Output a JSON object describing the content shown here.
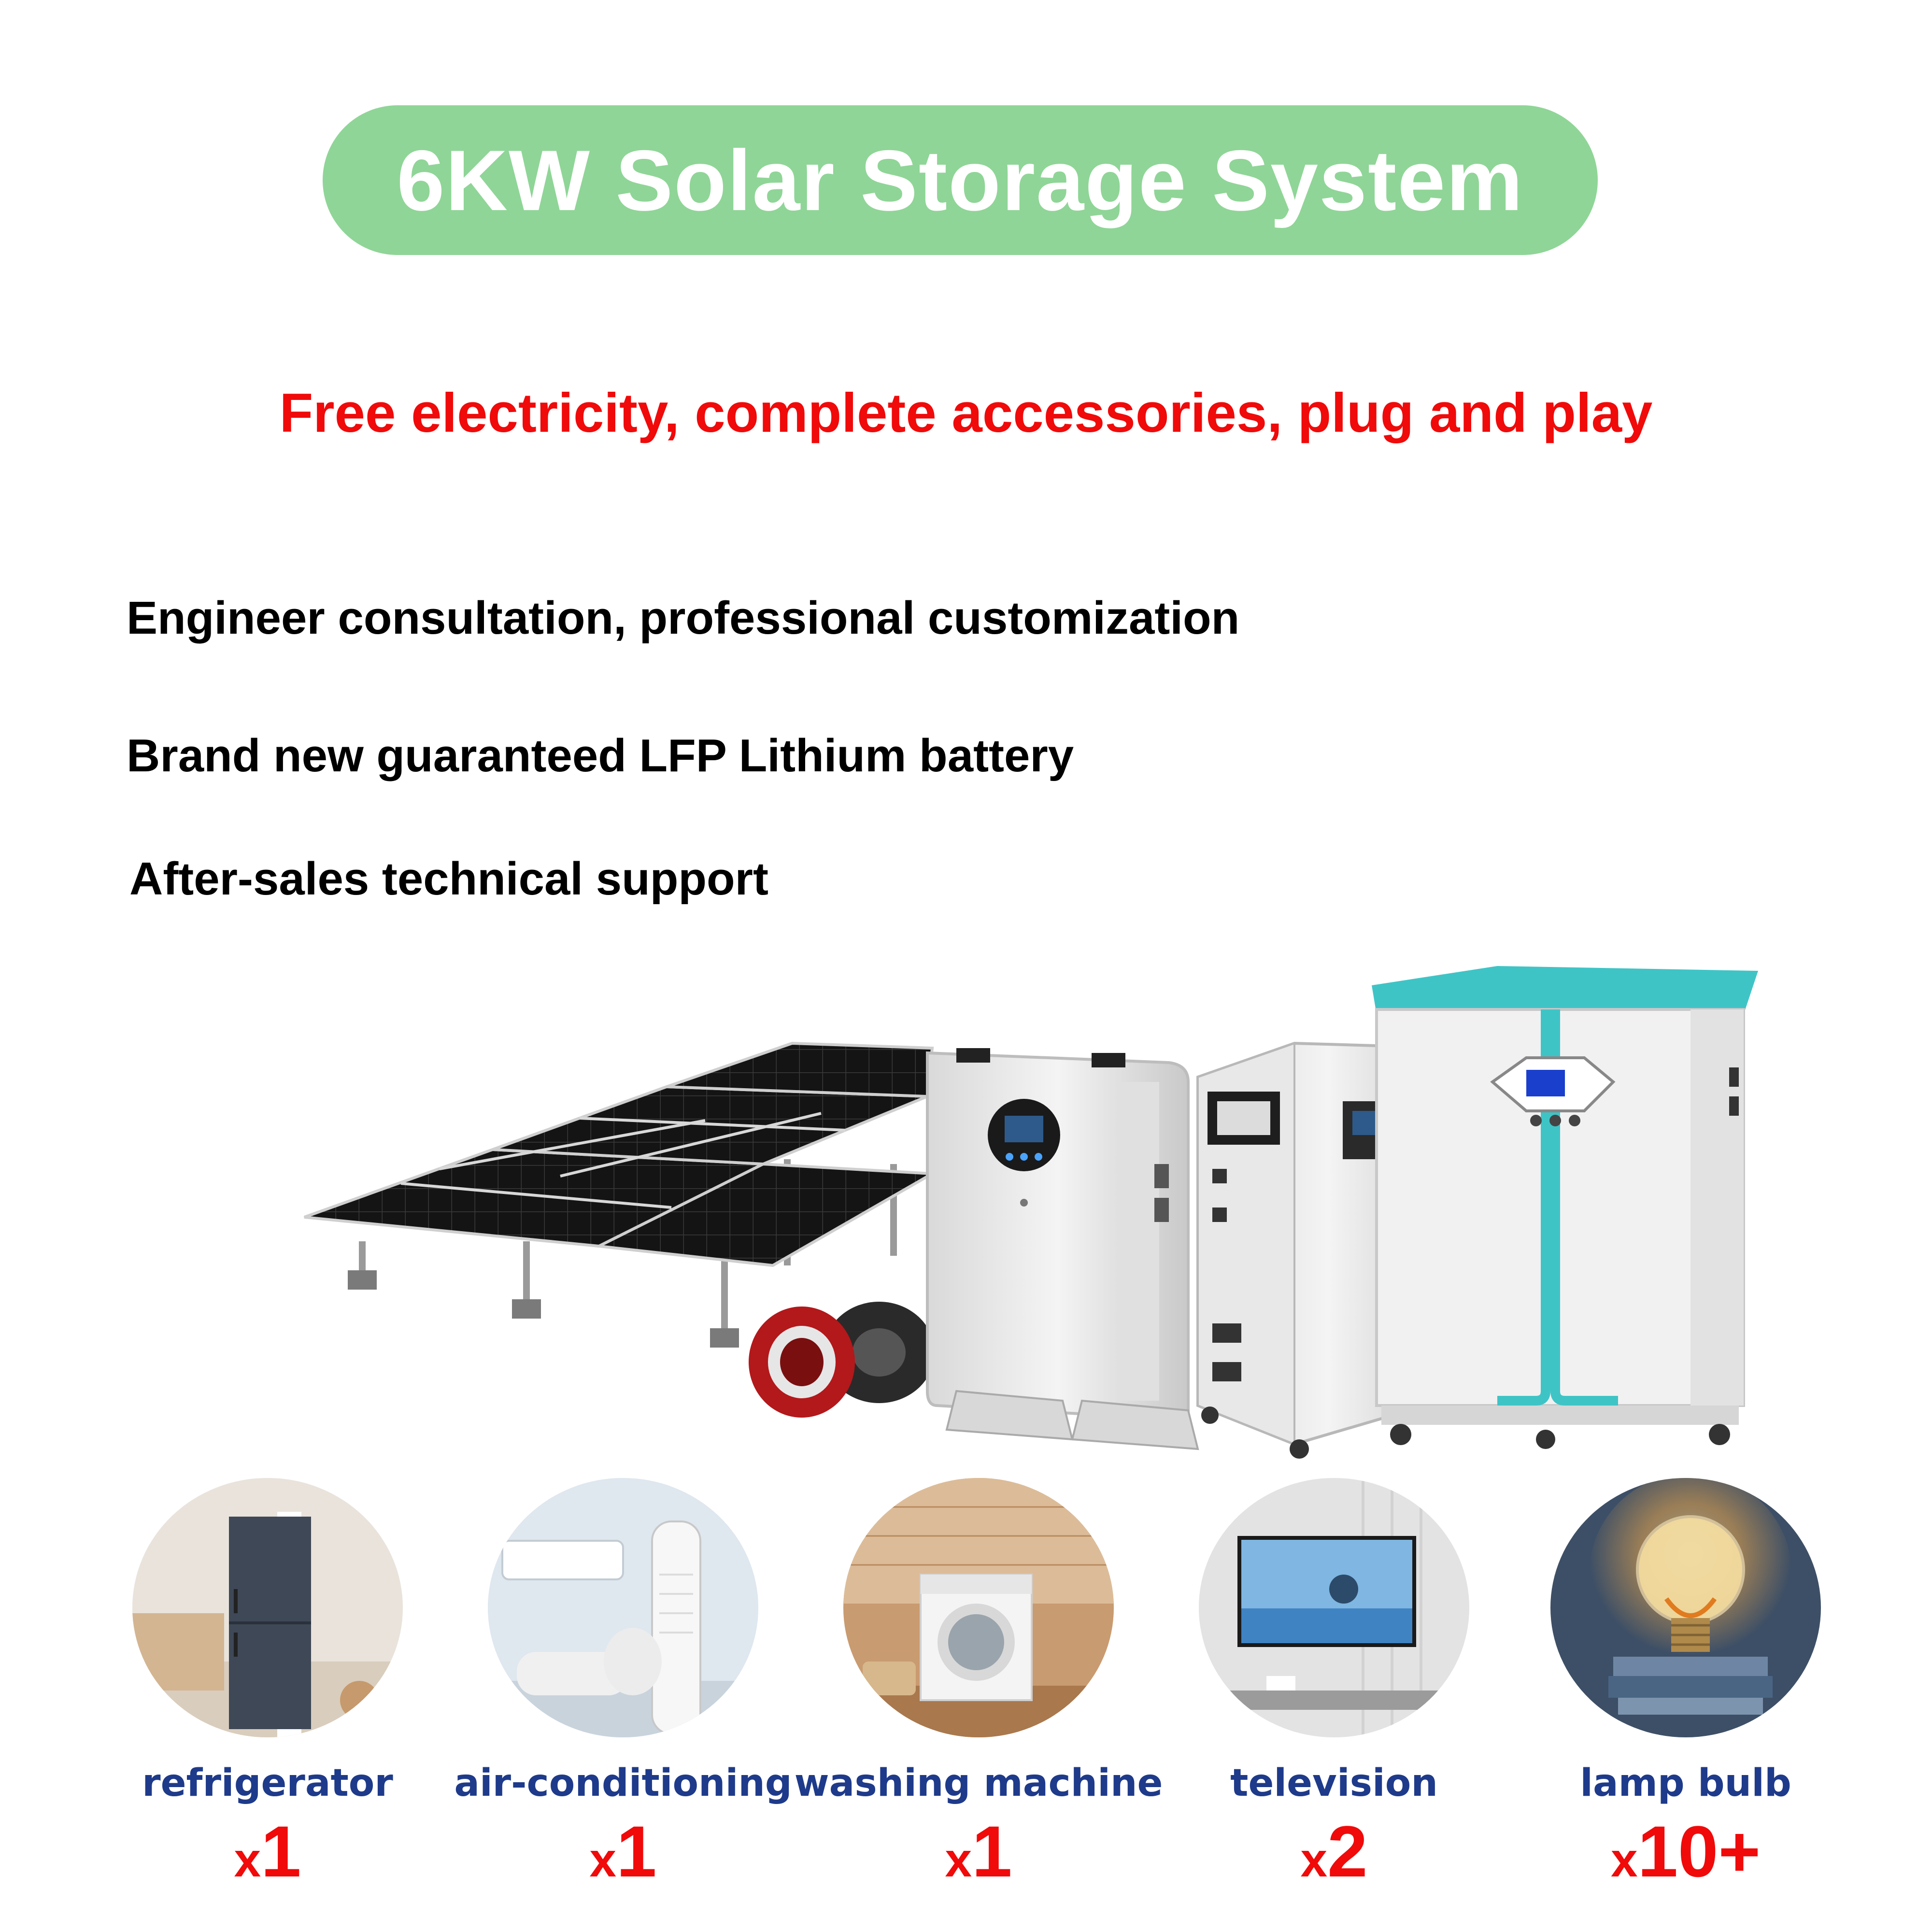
{
  "header": {
    "title": "6KW Solar Storage System"
  },
  "tagline": "Free electricity,  complete accessories, plug and play",
  "features": [
    "Engineer consultation, professional customization",
    "Brand new guaranteed LFP Lithium battery",
    "After-sales technical support"
  ],
  "appliances": [
    {
      "label": "refrigerator",
      "qty_prefix": "x",
      "qty": "1"
    },
    {
      "label": "air-conditioning",
      "qty_prefix": "x",
      "qty": "1"
    },
    {
      "label": "washing machine",
      "qty_prefix": "x",
      "qty": "1"
    },
    {
      "label": "television",
      "qty_prefix": "x",
      "qty": "2"
    },
    {
      "label": "lamp bulb",
      "qty_prefix": "x",
      "qty": "10+"
    }
  ],
  "colors": {
    "title_pill": "#8fd597",
    "tagline": "#f00a0a",
    "appliance_label": "#1e3a8a",
    "quantity": "#f00a0a",
    "cabinet_accent": "#3fc4c6"
  }
}
